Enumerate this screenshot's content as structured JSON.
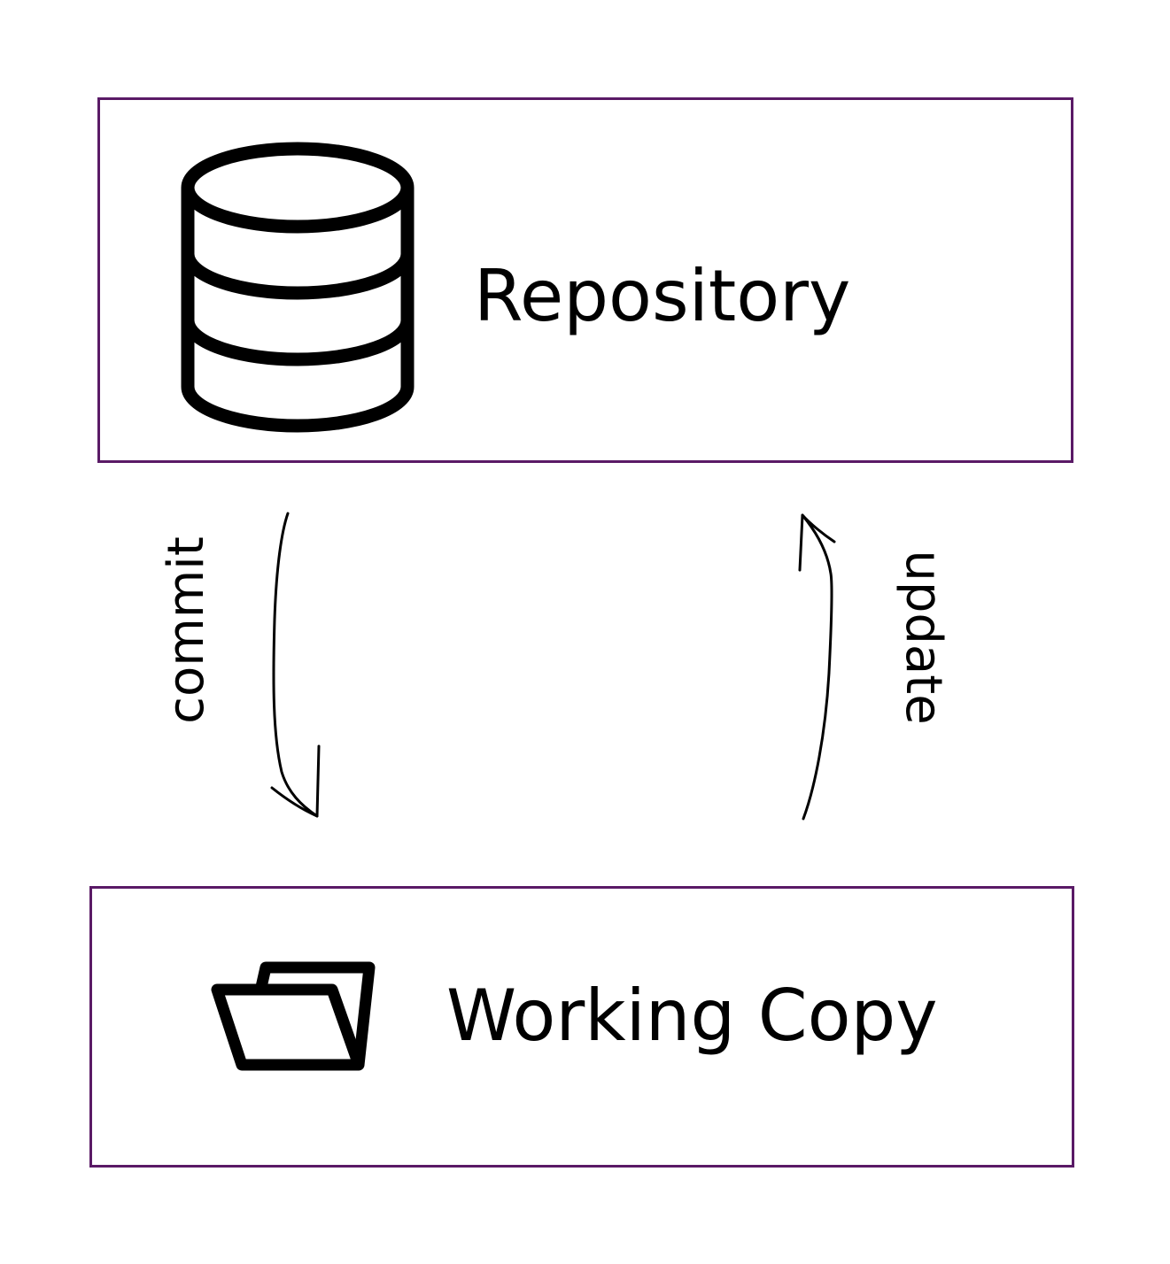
{
  "diagram": {
    "repository": {
      "label": "Repository",
      "icon": "database-icon"
    },
    "working_copy": {
      "label": "Working Copy",
      "icon": "folder-open-icon"
    },
    "edges": {
      "commit": {
        "label": "commit",
        "from": "Repository",
        "to": "Working Copy"
      },
      "update": {
        "label": "update",
        "from": "Working Copy",
        "to": "Repository"
      }
    },
    "colors": {
      "box_border": "#5a1a66",
      "ink": "#000000",
      "background": "#ffffff"
    }
  }
}
